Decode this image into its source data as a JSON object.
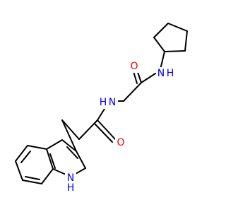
{
  "atoms": {
    "n_amide_cyclopentyl": {
      "text": "N",
      "h": "H"
    },
    "o_amide_top": {
      "text": "O"
    },
    "n_amide_center": {
      "text": "N",
      "h": "H"
    },
    "o_amide_bottom": {
      "text": "O"
    },
    "n_indole": {
      "text": "N",
      "h": "H"
    }
  },
  "colors": {
    "bond": "#000000",
    "nitrogen": "#0000ff",
    "oxygen": "#ff0000",
    "background": "#ffffff"
  }
}
